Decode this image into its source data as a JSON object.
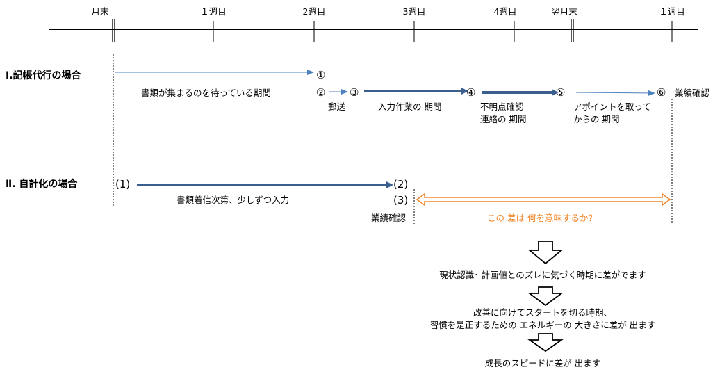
{
  "timeline": {
    "ticks": [
      "月末",
      "１週目",
      "2週目",
      "3週目",
      "4週目",
      "翌月末",
      "１週目"
    ]
  },
  "section1": {
    "heading": "Ⅰ.記帳代行の場合",
    "markers": [
      "①",
      "②",
      "③",
      "④",
      "⑤",
      "⑥"
    ],
    "labels": {
      "waiting": "書類が集まるのを待っている期間",
      "mail": "郵送",
      "input": "入力作業の 期間",
      "unclear_1": "不明点確認",
      "unclear_2": "連絡の 期間",
      "appoint_1": "アポイントを取って",
      "appoint_2": "からの 期間",
      "confirm": "業績確認"
    }
  },
  "section2": {
    "heading": "Ⅱ. 自計化の場合",
    "markers": [
      "(1)",
      "(2)",
      "(3)"
    ],
    "labels": {
      "incremental": "書類着信次第、少しずつ入力",
      "confirm": "業績確認",
      "question": "この 差は 何を意味するか？"
    }
  },
  "conclusions": [
    "現状認識･ 計画値とのズレに気づく時期に差がでます",
    "改善に向けてスタートを切る時期、",
    "習慣を是正するための エネルギーの 大きさに差が 出ます",
    "成長のスピードに差が 出ます"
  ],
  "colors": {
    "thin_arrow": "#4f81bd",
    "thick_arrow": "#3a5f8f",
    "orange": "#f0862a"
  }
}
